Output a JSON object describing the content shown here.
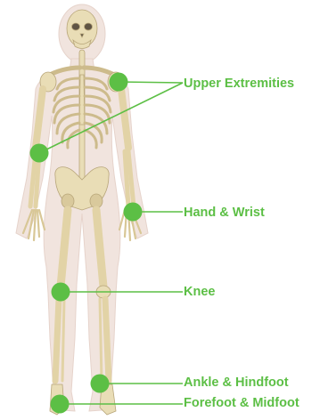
{
  "accent_color": "#5cbf45",
  "regions": [
    {
      "id": "upper",
      "label": "Upper Extremities"
    },
    {
      "id": "hand",
      "label": "Hand & Wrist"
    },
    {
      "id": "knee",
      "label": "Knee"
    },
    {
      "id": "ankle",
      "label": "Ankle & Hindfoot"
    },
    {
      "id": "fore",
      "label": "Forefoot & Midfoot"
    }
  ]
}
